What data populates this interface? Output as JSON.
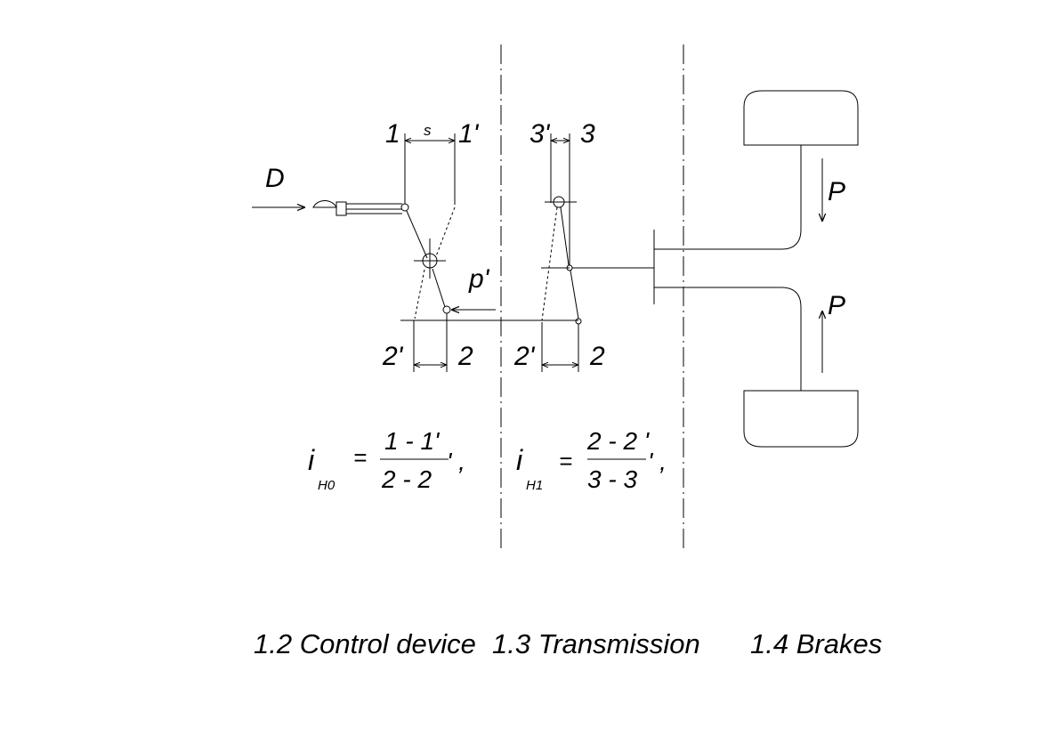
{
  "labels": {
    "force_D": "D",
    "pt_1": "1",
    "pt_1p": "1'",
    "stroke_s": "s",
    "pt_3p": "3'",
    "pt_3": "3",
    "force_P_top": "P",
    "force_P_bottom": "P",
    "force_pp": "p'",
    "pt_2p_left": "2'",
    "pt_2_left": "2",
    "pt_2p_right": "2'",
    "pt_2_right": "2"
  },
  "formula_h0": {
    "symbol": "i",
    "subscript": "H0",
    "equals": "=",
    "numerator": "1 - 1'",
    "denominator": "2 - 2",
    "trailing": "' ,"
  },
  "formula_h1": {
    "symbol": "i",
    "subscript": "H1",
    "equals": "=",
    "numerator": "2 - 2 '",
    "denominator": "3 - 3",
    "trailing": "' ,"
  },
  "sections": {
    "control": "1.2 Control device",
    "transmission": "1.3 Transmission",
    "brakes": "1.4 Brakes"
  }
}
